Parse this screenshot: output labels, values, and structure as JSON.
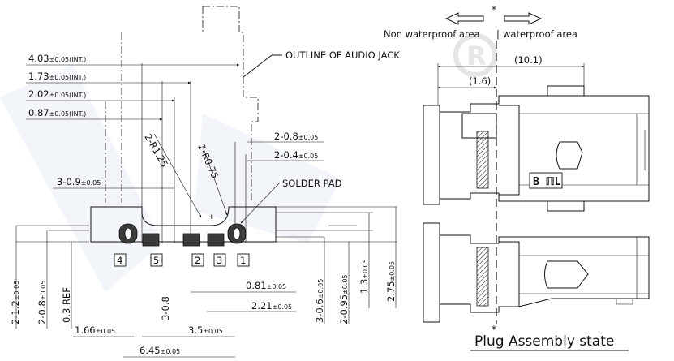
{
  "left_view": {
    "dims": {
      "d403": "4.03",
      "d403_tol": "±0.05(INT.)",
      "d173": "1.73",
      "d173_tol": "±0.05(INT.)",
      "d202": "2.02",
      "d202_tol": "±0.05(INT.)",
      "d087": "0.87",
      "d087_tol": "±0.05(INT.)",
      "r125": "2-R1.25",
      "r075": "2-R0.75",
      "d208": "2-0.8",
      "d208_tol": "±0.05",
      "d204": "2-0.4",
      "d204_tol": "±0.05",
      "d309": "3-0.9",
      "d309_tol": "±0.05",
      "d081": "0.81",
      "d081_tol": "±0.05",
      "d221": "2.21",
      "d221_tol": "±0.05",
      "d35": "3.5",
      "d35_tol": "±0.05",
      "d166": "1.66",
      "d166_tol": "±0.05",
      "d645": "6.45",
      "d645_tol": "±0.05",
      "v212": "2-1.2",
      "v212_tol": "±0.05",
      "v208": "2-0.8",
      "v208_tol": "±0.05",
      "v03ref": "0.3 REF",
      "v308": "3-0.8",
      "v306": "3-0.6",
      "v306_tol": "±0.05",
      "v2095": "2-0.95",
      "v2095_tol": "±0.05",
      "v13": "1.3",
      "v13_tol": "±0.05",
      "v275": "2.75",
      "v275_tol": "±0.05"
    },
    "labels": {
      "outline": "OUTLINE OF AUDIO JACK",
      "solder_pad": "SOLDER PAD"
    },
    "pins": [
      "4",
      "5",
      "2",
      "3",
      "1"
    ]
  },
  "right_view": {
    "non_waterproof": "Non waterproof area",
    "waterproof": "waterproof area",
    "d101": "(10.1)",
    "d16": "(1.6)",
    "mark": "B ℿL",
    "caption": "Plug Assembly state"
  }
}
